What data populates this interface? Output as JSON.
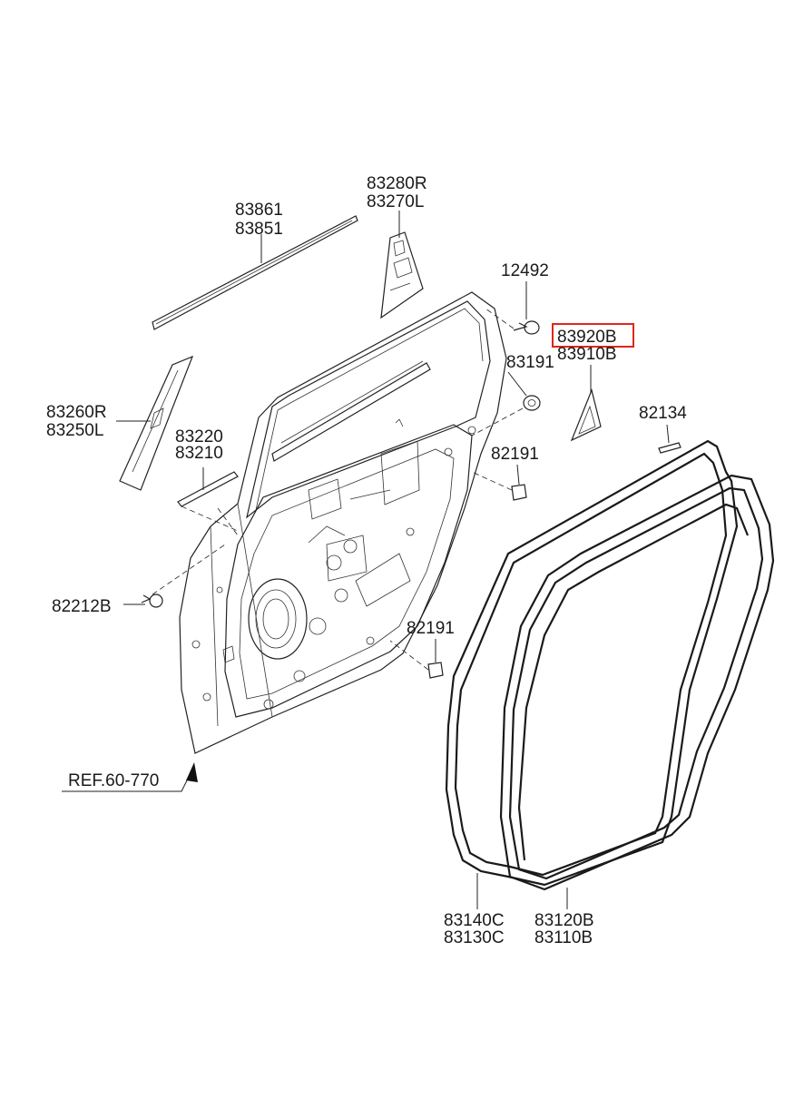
{
  "labels": {
    "moulding_a": "83861",
    "moulding_b": "83851",
    "garnish_a": "83280R",
    "garnish_b": "83270L",
    "screw": "12492",
    "delta_a": "83920B",
    "delta_b": "83910B",
    "grommet": "83191",
    "channel_a": "83260R",
    "channel_b": "83250L",
    "weatherstrip_a": "83220",
    "weatherstrip_b": "83210",
    "bumper_upper": "82191",
    "bumper_lower": "82191",
    "clip": "82134",
    "screw_b": "82212B",
    "ref": "REF.60-770",
    "seal_outer_a": "83140C",
    "seal_outer_b": "83130C",
    "seal_inner_a": "83120B",
    "seal_inner_b": "83110B"
  },
  "colors": {
    "highlight": "#e0251b",
    "line": "#222222"
  }
}
